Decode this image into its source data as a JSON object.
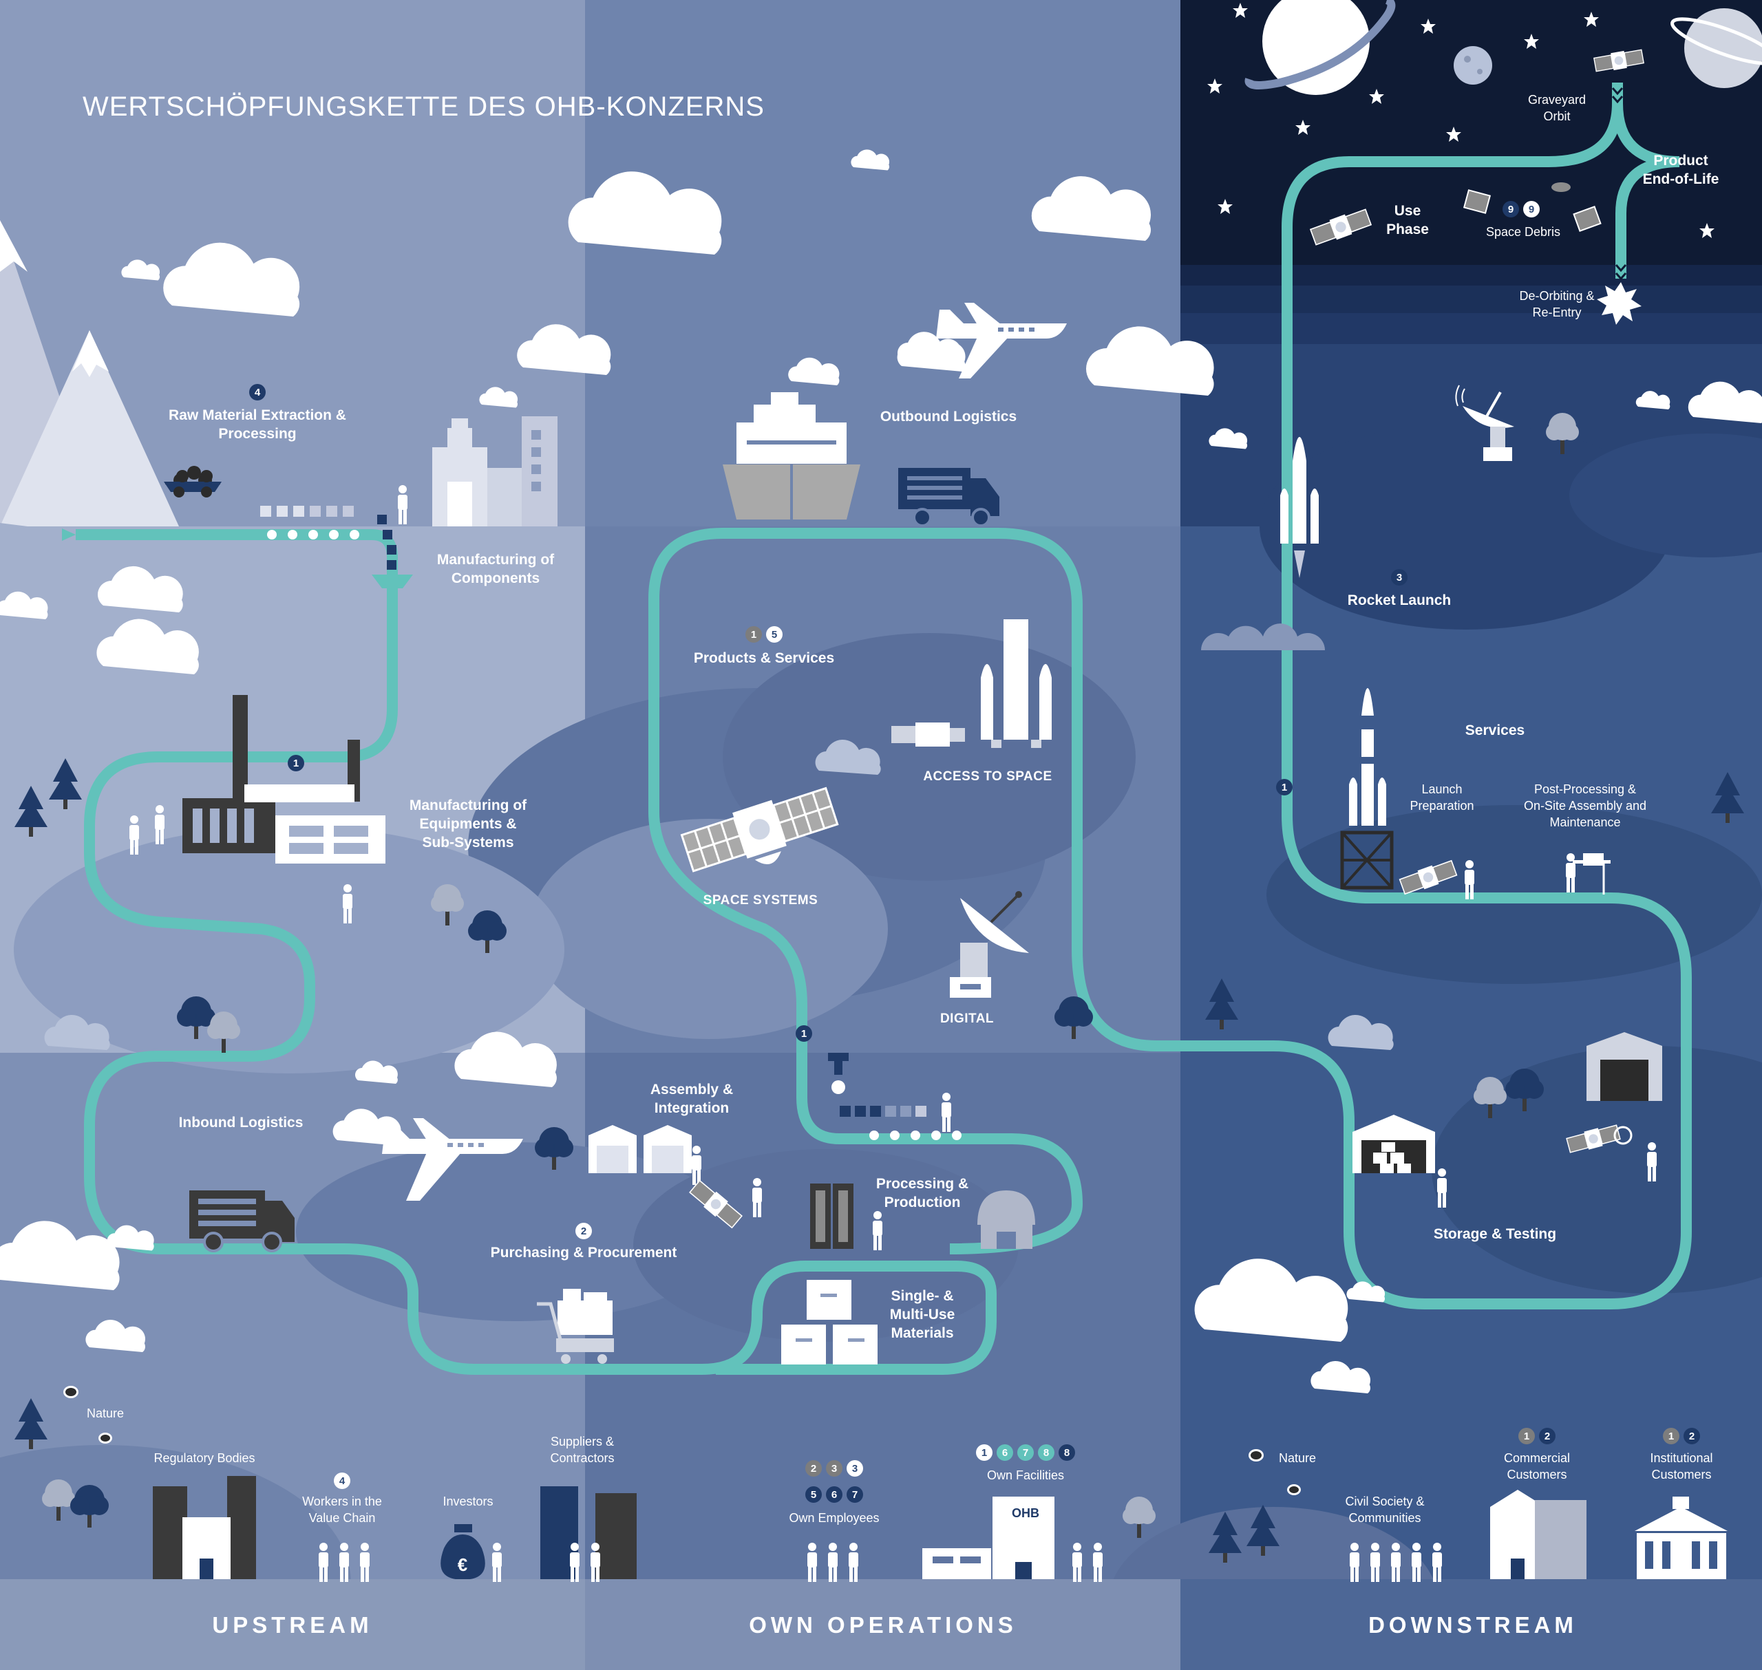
{
  "title": "WERTSCHÖPFUNGSKETTE DES OHB-KONZERNS",
  "columns": {
    "upstream": "UPSTREAM",
    "own_operations": "OWN OPERATIONS",
    "downstream": "DOWNSTREAM"
  },
  "colors": {
    "path": "#62c2bb",
    "upstream_bg": "#8b9bbd",
    "own_bg": "#6f84ad",
    "downstream_bg": "#3d5a8c",
    "space_bg": "#0f1b34",
    "navy_badge": "#1f3a68",
    "grey_badge": "#7d7d7d",
    "teal_badge": "#62c2bb"
  },
  "stages": {
    "raw_material": {
      "label": "Raw Material Extraction &\nProcessing",
      "badges": [
        "4"
      ]
    },
    "manufacturing_components": {
      "label": "Manufacturing of\nComponents"
    },
    "manufacturing_equipments": {
      "label": "Manufacturing of\nEquipments &\nSub-Systems",
      "badges": [
        "1"
      ]
    },
    "inbound_logistics": {
      "label": "Inbound Logistics"
    },
    "purchasing": {
      "label": "Purchasing & Procurement",
      "badges": [
        "2"
      ]
    },
    "assembly": {
      "label": "Assembly &\nIntegration"
    },
    "processing": {
      "label": "Processing &\nProduction"
    },
    "materials": {
      "label": "Single- &\nMulti-Use\nMaterials"
    },
    "products_services": {
      "label": "Products & Services",
      "badges": [
        "1",
        "5"
      ]
    },
    "access_to_space": {
      "label": "ACCESS TO SPACE"
    },
    "space_systems": {
      "label": "SPACE SYSTEMS"
    },
    "digital": {
      "label": "DIGITAL"
    },
    "digital_badge": {
      "badges": [
        "1"
      ]
    },
    "outbound_logistics": {
      "label": "Outbound Logistics"
    },
    "rocket_launch": {
      "label": "Rocket Launch",
      "badges": [
        "3"
      ]
    },
    "services": {
      "label": "Services",
      "badges": [
        "1"
      ]
    },
    "launch_preparation": {
      "label": "Launch\nPreparation"
    },
    "post_processing": {
      "label": "Post-Processing &\nOn-Site Assembly and\nMaintenance"
    },
    "storage_testing": {
      "label": "Storage & Testing"
    },
    "use_phase": {
      "label": "Use\nPhase"
    },
    "space_debris": {
      "label": "Space Debris",
      "badges": [
        "9",
        "9"
      ]
    },
    "graveyard_orbit": {
      "label": "Graveyard\nOrbit"
    },
    "product_end_of_life": {
      "label": "Product\nEnd-of-Life"
    },
    "de_orbiting": {
      "label": "De-Orbiting &\nRe-Entry"
    }
  },
  "stakeholders": {
    "nature_up": {
      "label": "Nature"
    },
    "regulatory_bodies": {
      "label": "Regulatory Bodies"
    },
    "workers": {
      "label": "Workers in the\nValue Chain",
      "badges": [
        "4"
      ]
    },
    "investors": {
      "label": "Investors",
      "symbol": "€"
    },
    "suppliers": {
      "label": "Suppliers &\nContractors"
    },
    "own_employees": {
      "label": "Own Employees",
      "badges_row1": [
        "2",
        "3",
        "3"
      ],
      "badges_row2": [
        "5",
        "6",
        "7"
      ]
    },
    "own_facilities": {
      "label": "Own Facilities",
      "badges": [
        "1",
        "6",
        "7",
        "8",
        "8"
      ],
      "building_sign": "OHB"
    },
    "nature_down": {
      "label": "Nature"
    },
    "civil_society": {
      "label": "Civil Society &\nCommunities"
    },
    "commercial_customers": {
      "label": "Commercial\nCustomers",
      "badges": [
        "1",
        "2"
      ]
    },
    "institutional_customers": {
      "label": "Institutional\nCustomers",
      "badges": [
        "1",
        "2"
      ]
    }
  },
  "icons": [
    "mountain",
    "mine-cart-icon",
    "conveyor-icon",
    "factory-icon",
    "truck-icon",
    "airplane-icon",
    "ship-icon",
    "rocket-icon",
    "satellite-icon",
    "ground-station-icon",
    "warehouse-icon",
    "shopping-cart-icon",
    "boxes-icon",
    "person-icon",
    "tree-icon",
    "cloud-icon",
    "planet-icon",
    "star-icon",
    "money-bag-icon",
    "building-icon",
    "bee-icon"
  ]
}
